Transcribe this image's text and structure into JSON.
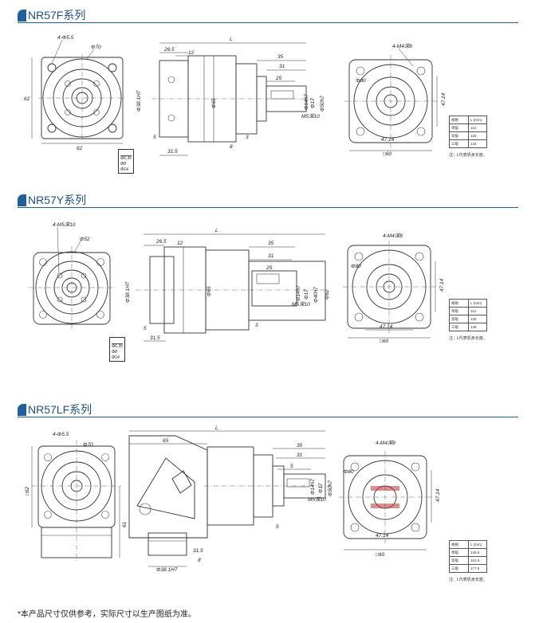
{
  "sections": [
    {
      "title": "NR57F系列",
      "front_labels": {
        "holes": "4-Φ5.5",
        "pcd": "Φ70",
        "height": "62",
        "width": "62"
      },
      "side_labels": {
        "L": "L",
        "d1": "26.5",
        "d2": "12",
        "d3": "35",
        "d4": "31",
        "d5": "25",
        "shaft": "Φ14h7",
        "boss": "Φ17",
        "pilot": "Φ50h7",
        "body": "Φ65",
        "flange_pilot": "Φ38.1H7",
        "tap": "M5深10",
        "dim5": "5",
        "dim8": "8",
        "dim3": "3",
        "d315": "31.5"
      },
      "callout": [
        "Φ6.35",
        "Φ8",
        "Φ14"
      ],
      "rear_labels": {
        "holes": "4-M4深8",
        "pcd": "Φ80",
        "h": "47.14",
        "w": "47.14",
        "sq": "□60"
      },
      "spec_table": {
        "header": [
          "规格",
          "L (mm)"
        ],
        "rows": [
          [
            "单级",
            "112"
          ],
          [
            "双级",
            "128"
          ],
          [
            "三级",
            "144"
          ]
        ]
      },
      "note": "注：L代表机身长度。"
    },
    {
      "title": "NR57Y系列",
      "front_labels": {
        "holes": "4-M5深10",
        "pcd": "Φ52"
      },
      "side_labels": {
        "L": "L",
        "d1": "26.5",
        "d2": "12",
        "d3": "35",
        "d4": "31",
        "d5": "25",
        "shaft": "Φ14h7",
        "boss": "Φ17",
        "pilot": "Φ40h7",
        "body": "Φ65",
        "flange_pilot": "Φ38.1H7",
        "tap": "M5深10",
        "dim5": "5",
        "dim3": "3",
        "d315": "31.5",
        "od": "Φ62"
      },
      "callout": [
        "Φ6.35",
        "Φ8",
        "Φ14"
      ],
      "rear_labels": {
        "holes": "4-M4深8",
        "pcd": "Φ80",
        "h": "47.14",
        "w": "47.14",
        "sq": "□60"
      },
      "spec_table": {
        "header": [
          "规格",
          "L (mm)"
        ],
        "rows": [
          [
            "单级",
            "112"
          ],
          [
            "双级",
            "128"
          ],
          [
            "三级",
            "144"
          ]
        ]
      },
      "note": "注：L代表机身长度。"
    },
    {
      "title": "NR57LF系列",
      "front_labels": {
        "holes": "4-Φ5.5",
        "pcd": "Φ70",
        "sq": "□62",
        "h": "61"
      },
      "side_labels": {
        "L": "L",
        "d1": "65",
        "d3": "35",
        "d4": "31",
        "d5": "5",
        "shaft": "Φ14h7",
        "boss": "Φ17",
        "pilot": "Φ50h7",
        "tap": "M5深10",
        "flange_pilot": "Φ38.1H7",
        "d315": "31.5",
        "d8": "8"
      },
      "rear_labels": {
        "holes": "4-M4深8",
        "pcd": "Φ80",
        "h": "47.14",
        "w": "47.14",
        "sq": "□60"
      },
      "spec_table": {
        "header": [
          "规格",
          "L (mm)"
        ],
        "rows": [
          [
            "单级",
            "145.5"
          ],
          [
            "双级",
            "161.5"
          ],
          [
            "三级",
            "177.5"
          ]
        ]
      },
      "note": "注：L代表机身长度。"
    }
  ],
  "footer": "*本产品尺寸仅供参考，实际尺寸以生产图纸为准。"
}
